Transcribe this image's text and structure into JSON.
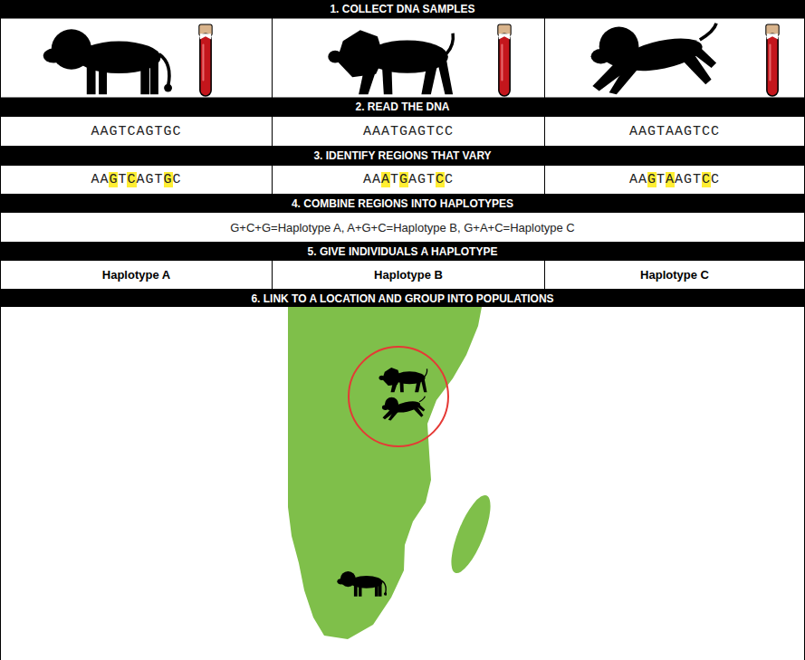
{
  "diagram": {
    "nodes": [
      {
        "text": [
          "1. COLLECT DNA SAMPLES"
        ]
      },
      {
        "text": [
          "2. READ THE DNA"
        ]
      },
      {
        "text": [
          "AAGTCAGTGC"
        ]
      },
      {
        "text": [
          "AAATGAGTCC"
        ]
      },
      {
        "text": [
          "AAGTAAGTCC"
        ]
      },
      {
        "text": [
          "3. IDENTIFY REGIONS THAT VARY"
        ]
      },
      {
        "text": [
          "AAGTCAGTGC"
        ]
      },
      {
        "text": [
          "AAATGAGTCC"
        ]
      },
      {
        "text": [
          "AAGTAAGTCC"
        ]
      },
      {
        "text": [
          "4. COMBINE REGIONS INTO HAPLOTYPES"
        ]
      },
      {
        "text": [
          "G+C+G=Haplotype A, A+G+C=Haplotype B, G+A+C=Haplotype C"
        ]
      },
      {
        "text": [
          "5. GIVE INDIVIDUALS A HAPLOTYPE"
        ]
      },
      {
        "text": [
          "Haplotype A"
        ]
      },
      {
        "text": [
          "Haplotype B"
        ]
      },
      {
        "text": [
          "Haplotype C"
        ]
      },
      {
        "text": [
          "6. LINK TO A LOCATION AND GROUP INTO POPULATIONS"
        ]
      }
    ]
  }
}
